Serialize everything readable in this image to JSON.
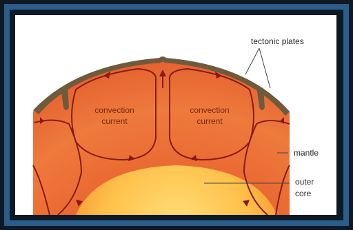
{
  "labels": {
    "tectonic_plates": "tectonic plates",
    "convection_left_1": "convection",
    "convection_left_2": "current",
    "convection_right_1": "convection",
    "convection_right_2": "current",
    "mantle": "mantle",
    "outer_core_1": "outer",
    "outer_core_2": "core"
  },
  "colors": {
    "frame_outer": "#0d1a26",
    "frame_inner": "#2b5d8a",
    "panel": "#ffffff",
    "plate": "#6e5a3c",
    "mantle_light": "#f08a4a",
    "mantle_dark": "#d9512a",
    "core_light": "#ffd560",
    "core_dark": "#f7a93a",
    "arrow": "#8a1a10",
    "leader": "#444444"
  }
}
